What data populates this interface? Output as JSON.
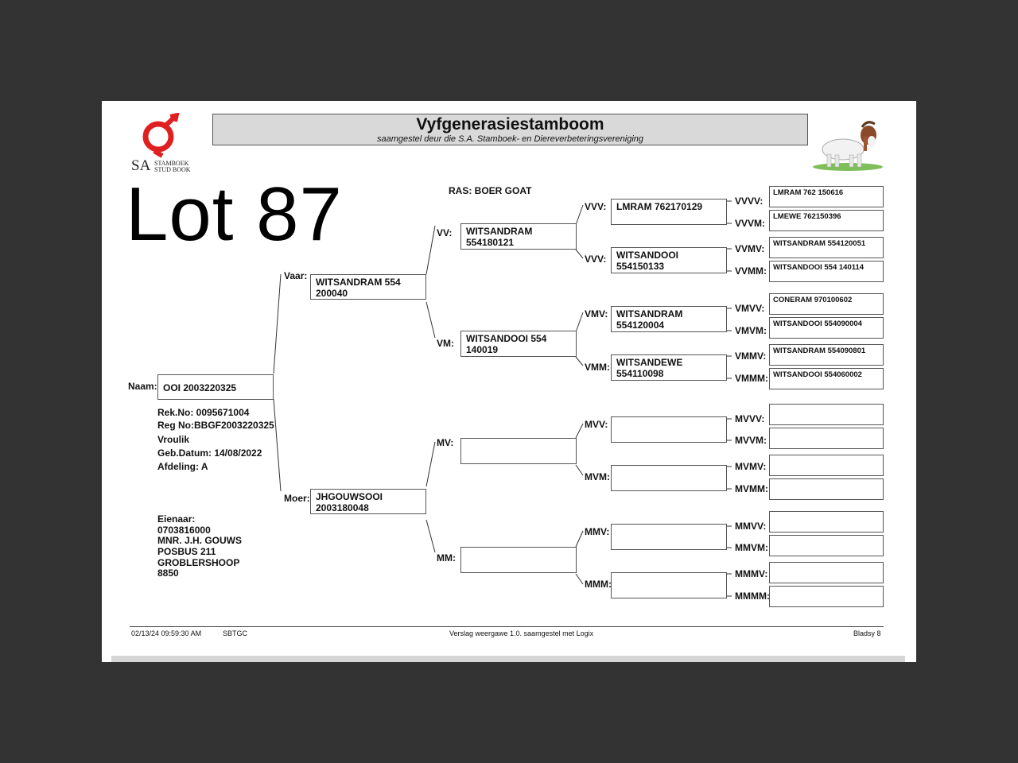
{
  "header": {
    "logo_sa": "SA",
    "logo_line1": "STAMBOEK",
    "logo_line2": "STUD BOOK",
    "title": "Vyfgenerasiestamboom",
    "subtitle": "saamgestel deur die S.A. Stamboek- en Diereverbeteringsvereniging"
  },
  "lot": "Lot 87",
  "ras": "RAS: BOER GOAT",
  "animal": {
    "naam_label": "Naam:",
    "naam": "OOI 2003220325",
    "rek": "Rek.No: 0095671004",
    "reg": "Reg No:BBGF2003220325",
    "sex": "Vroulik",
    "geb": "Geb.Datum: 14/08/2022",
    "afdeling": "Afdeling: A"
  },
  "owner": {
    "label": "Eienaar:",
    "line1": "0703816000",
    "line2": "MNR. J.H. GOUWS",
    "line3": "POSBUS 211",
    "line4": "GROBLERSHOOP",
    "line5": "8850"
  },
  "pedigree": {
    "vaar": {
      "label": "Vaar:",
      "l1": "WITSANDRAM 554",
      "l2": "200040"
    },
    "moer": {
      "label": "Moer:",
      "l1": "JHGOUWSOOI",
      "l2": "2003180048"
    },
    "vv": {
      "label": "VV:",
      "l1": "WITSANDRAM",
      "l2": "554180121"
    },
    "vm": {
      "label": "VM:",
      "l1": "WITSANDOOI 554",
      "l2": "140019"
    },
    "mv": {
      "label": "MV:",
      "l1": "",
      "l2": ""
    },
    "mm": {
      "label": "MM:",
      "l1": "",
      "l2": ""
    },
    "vvv": {
      "label": "VVV:",
      "l1": "LMRAM 762170129",
      "l2": ""
    },
    "vvm": {
      "label": "VVV:",
      "l1": "WITSANDOOI",
      "l2": "554150133"
    },
    "vmv": {
      "label": "VMV:",
      "l1": "WITSANDRAM",
      "l2": "554120004"
    },
    "vmm": {
      "label": "VMM:",
      "l1": "WITSANDEWE",
      "l2": "554110098"
    },
    "mvv": {
      "label": "MVV:",
      "l1": "",
      "l2": ""
    },
    "mvm": {
      "label": "MVM:",
      "l1": "",
      "l2": ""
    },
    "mmv": {
      "label": "MMV:",
      "l1": "",
      "l2": ""
    },
    "mmm": {
      "label": "MMM:",
      "l1": "",
      "l2": ""
    },
    "g4": [
      {
        "label": "VVVV:",
        "value": "LMRAM 762 150616"
      },
      {
        "label": "VVVM:",
        "value": "LMEWE 762150396"
      },
      {
        "label": "VVMV:",
        "value": "WITSANDRAM 554120051"
      },
      {
        "label": "VVMM:",
        "value": "WITSANDOOI 554 140114"
      },
      {
        "label": "VMVV:",
        "value": "CONERAM 970100602"
      },
      {
        "label": "VMVM:",
        "value": "WITSANDOOI 554090004"
      },
      {
        "label": "VMMV:",
        "value": "WITSANDRAM 554090801"
      },
      {
        "label": "VMMM:",
        "value": "WITSANDOOI 554060002"
      },
      {
        "label": "MVVV:",
        "value": ""
      },
      {
        "label": "MVVM:",
        "value": ""
      },
      {
        "label": "MVMV:",
        "value": ""
      },
      {
        "label": "MVMM:",
        "value": ""
      },
      {
        "label": "MMVV:",
        "value": ""
      },
      {
        "label": "MMVM:",
        "value": ""
      },
      {
        "label": "MMMV:",
        "value": ""
      },
      {
        "label": "MMMM:",
        "value": ""
      }
    ]
  },
  "footer": {
    "datetime": "02/13/24 09:59:30 AM",
    "code": "SBTGC",
    "version": "Verslag weergawe 1.0. saamgestel met Logix",
    "page": "Bladsy 8"
  },
  "colors": {
    "background": "#333333",
    "paper": "#ffffff",
    "banner": "#d9d9d9",
    "logo_red": "#e02020"
  }
}
